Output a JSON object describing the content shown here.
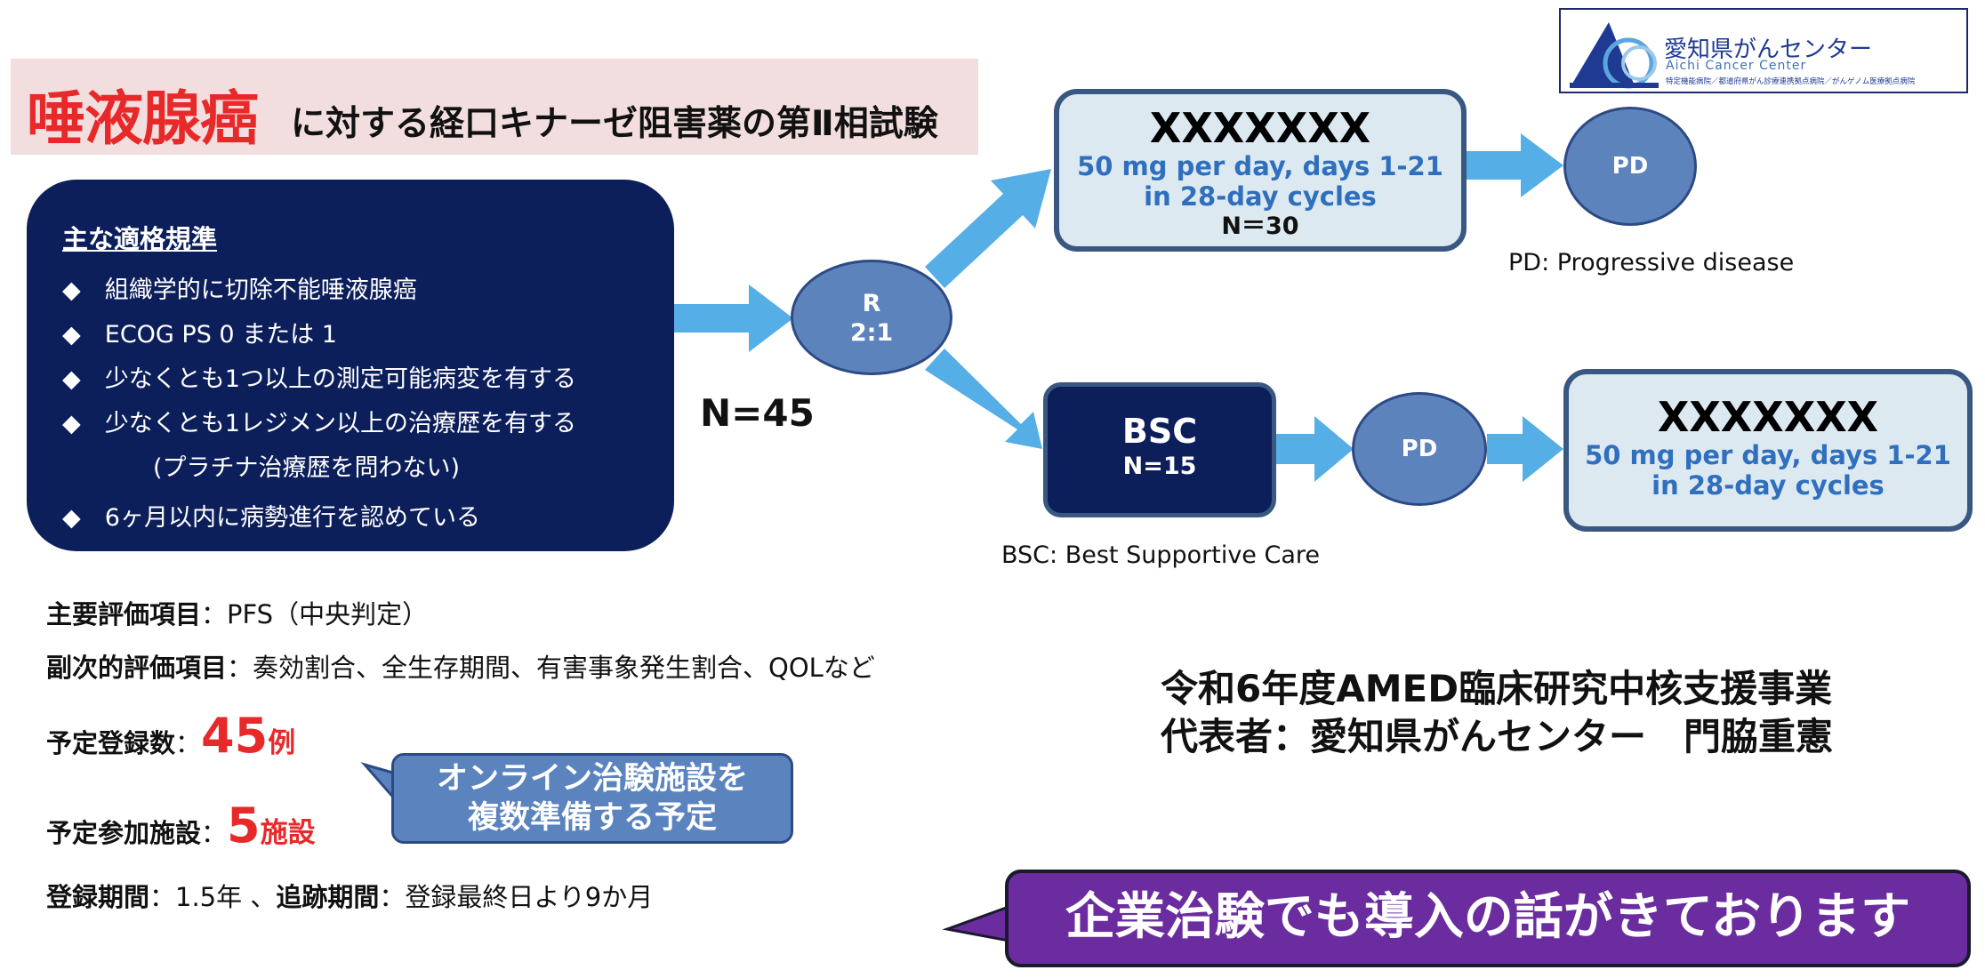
{
  "title": {
    "main": "唾液腺癌",
    "rest": "に対する経口キナーゼ阻害薬の第Ⅱ相試験"
  },
  "logo": {
    "name": "愛知県がんセンター",
    "en": "Aichi Cancer Center",
    "sub": "特定機能病院／都道府県がん診療連携拠点病院／がんゲノム医療拠点病院"
  },
  "eligibility": {
    "heading": "主な適格規準",
    "items": [
      "◆　組織学的に切除不能唾液腺癌",
      "◆　ECOG PS 0 または 1",
      "◆　少なくとも1つ以上の測定可能病変を有する",
      "◆　少なくとも1レジメン以上の治療歴を有する",
      "(プラチナ治療歴を問わない)",
      "◆　6ヶ月以内に病勢進行を認めている"
    ]
  },
  "n_total": "N=45",
  "randomization": {
    "line1": "R",
    "line2": "2:1"
  },
  "arm_a": {
    "drug": "XXXXXXX",
    "dose1": "50 mg per day, days 1-21",
    "dose2": "in 28-day cycles",
    "n": "N＝30"
  },
  "pd_label": "PD",
  "pd_note": "PD: Progressive disease",
  "bsc": {
    "title": "BSC",
    "n": "N=15"
  },
  "bsc_note": "BSC: Best Supportive Care",
  "arm_b": {
    "drug": "XXXXXXX",
    "dose1": "50 mg per day, days 1-21",
    "dose2": "in 28-day cycles"
  },
  "endpoints": {
    "primary_label": "主要評価項目",
    "primary_value": "：PFS（中央判定）",
    "secondary_label": "副次的評価項目",
    "secondary_value": "：奏効割合、全生存期間、有害事象発生割合、QOLなど",
    "enroll_label": "予定登録数",
    "enroll_sep": "：",
    "enroll_num": "45",
    "enroll_unit": "例",
    "sites_label": "予定参加施設",
    "sites_sep": "：",
    "sites_num": "5",
    "sites_unit": "施設",
    "period_label": "登録期間",
    "period_value": "：1.5年 、",
    "followup_label": "追跡期間",
    "followup_value": "：登録最終日より9か月"
  },
  "callout_online": {
    "line1": "オンライン治験施設を",
    "line2": "複数準備する予定"
  },
  "amed": {
    "line1": "令和6年度AMED臨床研究中核支援事業",
    "line2": "代表者：愛知県がんセンター　門脇重憲"
  },
  "callout_corporate": "企業治験でも導入の話がきております",
  "colors": {
    "navy": "#0c1f5b",
    "arrow": "#56aee6",
    "node": "#5d83bd",
    "red": "#e8292a",
    "purple": "#6a2c9f",
    "light_box": "#dce9f1"
  }
}
